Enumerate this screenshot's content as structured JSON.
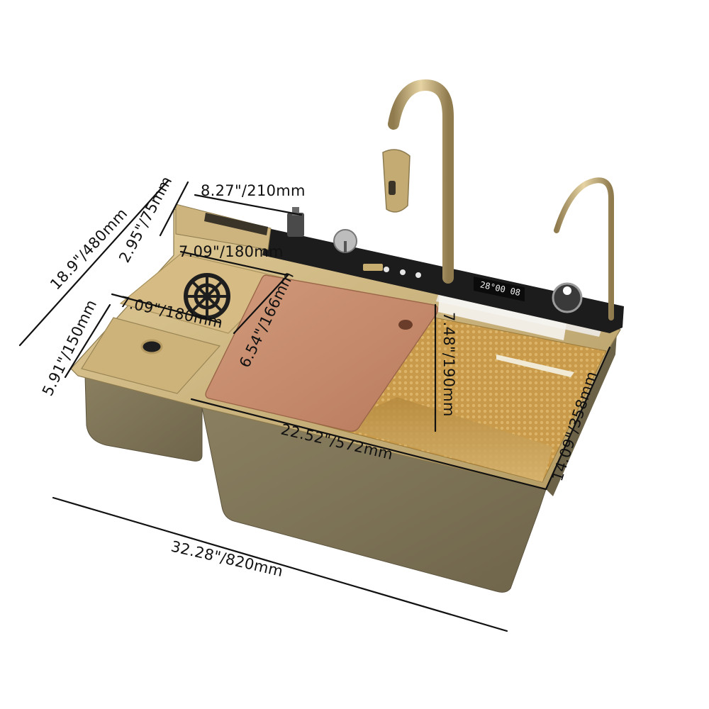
{
  "product": {
    "name": "",
    "colors": {
      "gold_light": "#d8c08c",
      "gold_mid": "#b9a06a",
      "gold_dark": "#8c7a4e",
      "basin_wall": "#7e7358",
      "wood": "#c98b6e",
      "panel_black": "#1c1c1c"
    },
    "display_readout": "28°00 08"
  },
  "dimensions": {
    "overall_depth": "18.9\"/480mm",
    "ledge_depth": "2.95\"/75mm",
    "ledge_width": "8.27\"/210mm",
    "rinser_width": "7.09\"/180mm",
    "rinser_depth": "6.54\"/166mm",
    "small_bowl_width": "7.09\"/180mm",
    "small_bowl_depth": "5.91\"/150mm",
    "basin_depth": "7.48\"/190mm",
    "main_bowl_length": "22.52\"/572mm",
    "main_bowl_width": "14.09\"/358mm",
    "overall_length": "32.28\"/820mm"
  }
}
